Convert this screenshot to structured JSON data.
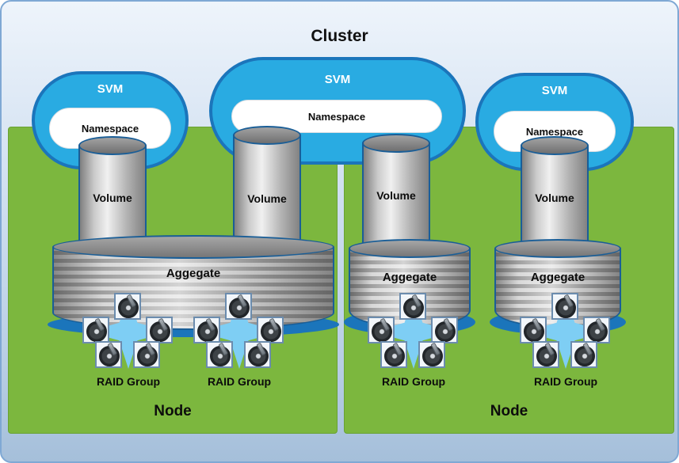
{
  "title": "Cluster",
  "colors": {
    "svm_fill": "#29abe2",
    "svm_border": "#1b75bb",
    "node_green": "#7cb73e",
    "star_blue": "#7ecef4",
    "aggregate_base_blue": "#1b75bb",
    "background_blue": "#c9dbee"
  },
  "svms": [
    {
      "label": "SVM",
      "namespace": "Namespace"
    },
    {
      "label": "SVM",
      "namespace": "Namespace"
    },
    {
      "label": "SVM",
      "namespace": "Namespace"
    }
  ],
  "volumes": [
    {
      "label": "Volume"
    },
    {
      "label": "Volume"
    },
    {
      "label": "Volume"
    },
    {
      "label": "Volume"
    }
  ],
  "aggregates": [
    {
      "label": "Aggegate"
    },
    {
      "label": "Aggegate"
    },
    {
      "label": "Aggegate"
    }
  ],
  "raid_groups": [
    {
      "label": "RAID Group"
    },
    {
      "label": "RAID Group"
    },
    {
      "label": "RAID Group"
    },
    {
      "label": "RAID Group"
    }
  ],
  "nodes": [
    {
      "label": "Node"
    },
    {
      "label": "Node"
    }
  ]
}
